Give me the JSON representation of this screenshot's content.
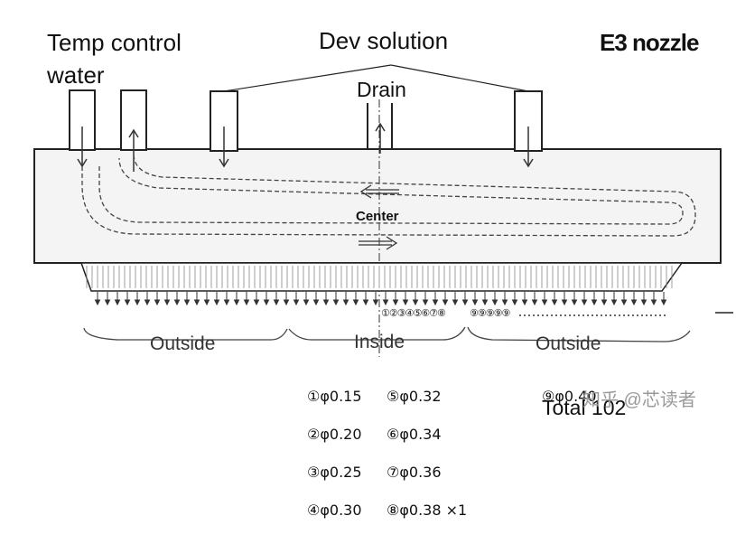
{
  "labels": {
    "temp_control": "Temp control",
    "water": "water",
    "dev_solution": "Dev solution",
    "nozzle_name": "E3 nozzle",
    "drain": "Drain",
    "center": "Center",
    "outside_left": "Outside",
    "inside": "Inside",
    "outside_right": "Outside",
    "hole_numbers_inner": "①②③④⑤⑥⑦⑧",
    "hole_numbers_outer": "⑨⑨⑨⑨⑨",
    "total": "Total 102",
    "watermark": "知乎 @芯读者"
  },
  "legend": {
    "col1": [
      "①φ0.15",
      "②φ0.20",
      "③φ0.25",
      "④φ0.30"
    ],
    "col2": [
      "⑤φ0.32",
      "⑥φ0.34",
      "⑦φ0.36",
      "⑧φ0.38 ×1"
    ],
    "col3": [
      "⑨φ0.40"
    ]
  },
  "colors": {
    "ink": "#222222",
    "body_fill": "#f4f4f4",
    "flow_dashes": "#444444",
    "watermark": "#9a9a9a"
  }
}
